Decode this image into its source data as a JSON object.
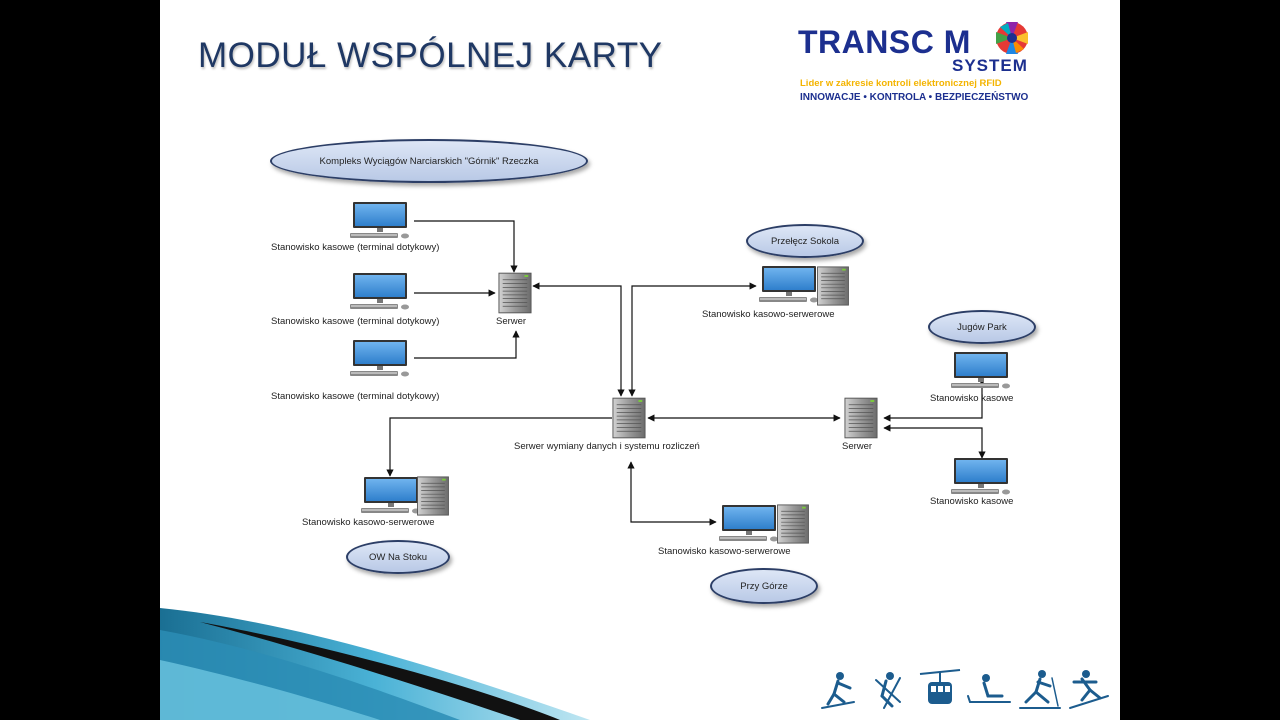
{
  "slide": {
    "title": "MODUŁ WSPÓLNEJ KARTY"
  },
  "logo": {
    "brand": "TRANSC  M",
    "sub": "SYSTEM",
    "tagline": "Lider w zakresie kontroli elektronicznej RFID",
    "motto": "INNOWACJE • KONTROLA • BEZPIECZEŃSTWO"
  },
  "locations": {
    "gornik": "Kompleks Wyciągów Narciarskich \"Górnik\" Rzeczka",
    "sokola": "Przełęcz Sokola",
    "jugow": "Jugów Park",
    "stoku": "OW Na Stoku",
    "gorze": "Przy Górze"
  },
  "nodes": {
    "touch1": "Stanowisko kasowe (terminal dotykowy)",
    "touch2": "Stanowisko kasowe (terminal dotykowy)",
    "touch3": "Stanowisko kasowe (terminal dotykowy)",
    "server_left": "Serwer",
    "central_server": "Serwer wymiany danych i systemu rozliczeń",
    "server_right": "Serwer",
    "sokola_ws": "Stanowisko kasowo-serwerowe",
    "stoku_ws": "Stanowisko kasowo-serwerowe",
    "gorze_ws": "Stanowisko kasowo-serwerowe",
    "jugow_ws1": "Stanowisko kasowe",
    "jugow_ws2": "Stanowisko kasowe"
  },
  "icons": {
    "monitor": "monitor-icon",
    "server": "server-tower-icon",
    "sports": [
      "skier-icon",
      "ski-jumper-icon",
      "cable-car-icon",
      "sled-icon",
      "cross-country-icon",
      "downhill-skier-icon"
    ]
  },
  "colors": {
    "title": "#1f3864",
    "brand": "#1c2f8f",
    "tagline": "#f4b400",
    "screen": "#3d8fd6",
    "oval_border": "#2c3e66"
  }
}
